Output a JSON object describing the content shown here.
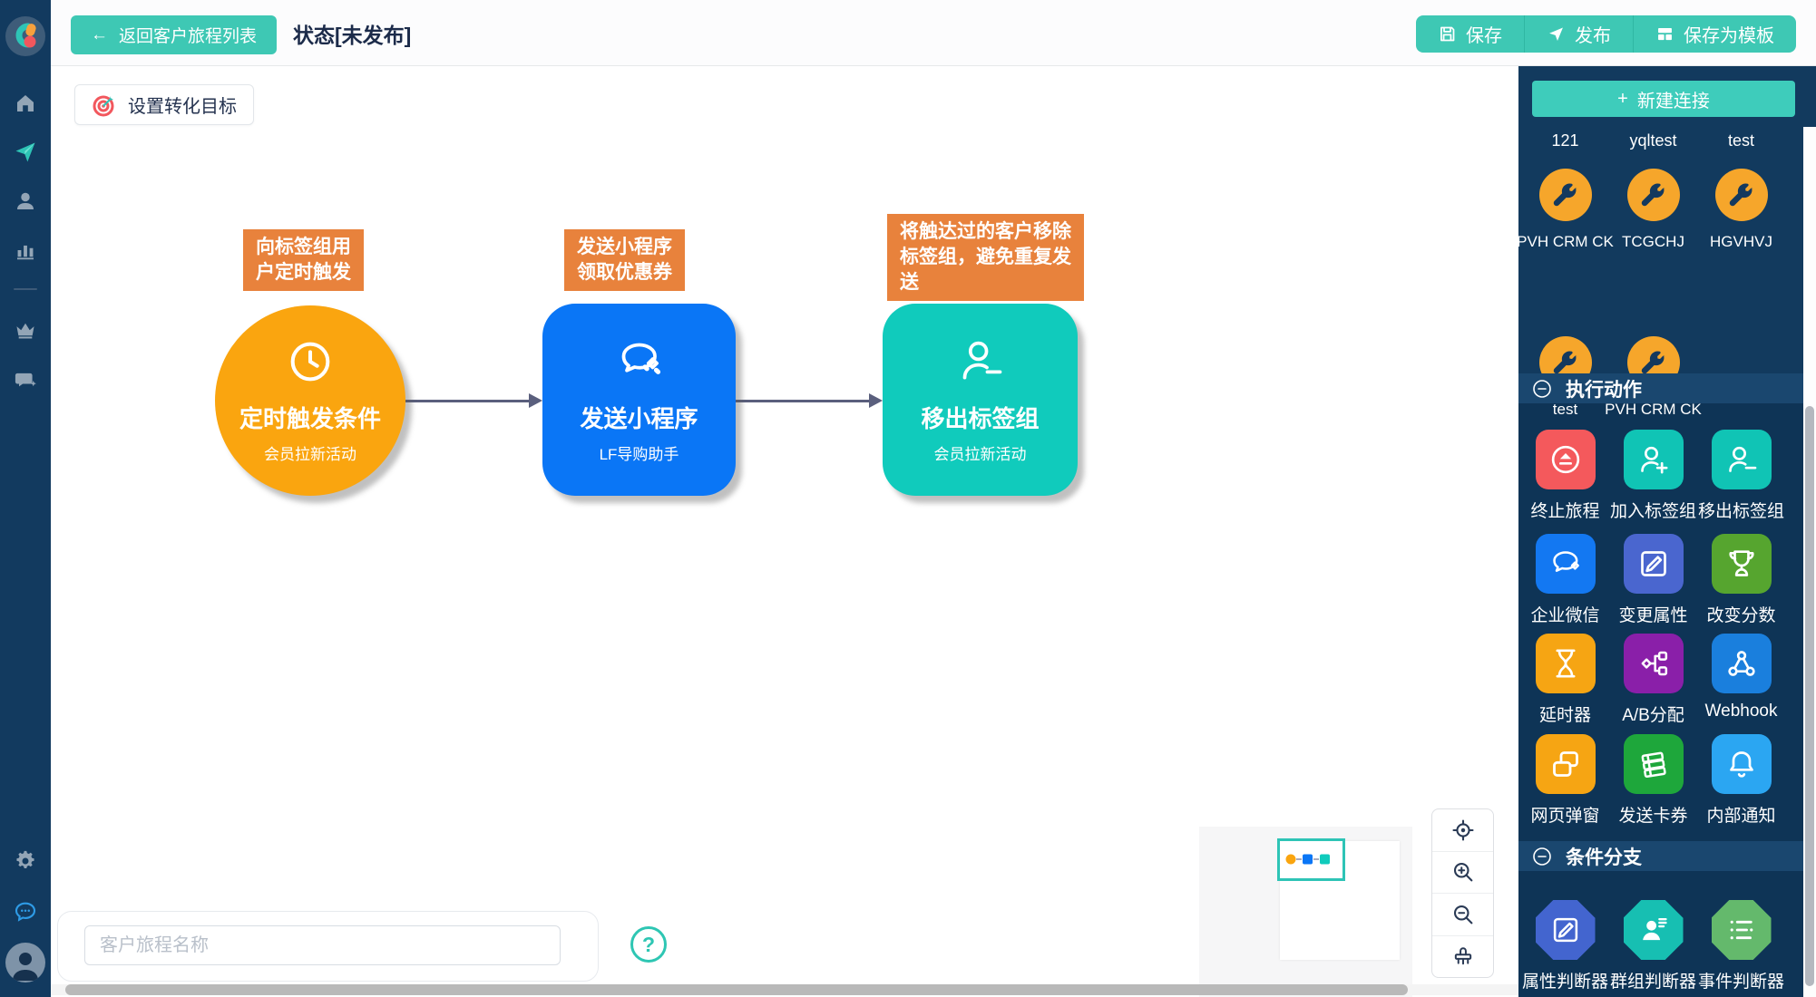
{
  "topbar": {
    "back_label": "返回客户旅程列表",
    "back_arrow": "←",
    "status": "状态[未发布]",
    "actions": [
      {
        "label": "保存",
        "icon": "save-icon"
      },
      {
        "label": "发布",
        "icon": "publish-icon"
      },
      {
        "label": "保存为模板",
        "icon": "save-as-template-icon"
      }
    ]
  },
  "sidebar": {
    "icons": [
      "home-icon",
      "send-plane-icon",
      "customer-icon",
      "analytics-icon",
      "membership-crown-icon",
      "chat-marketing-icon"
    ],
    "active_icon": "send-plane-icon",
    "bottom_icons": [
      "settings-gear-icon",
      "feedback-chat-icon",
      "user-avatar"
    ]
  },
  "canvas": {
    "goal_button_label": "设置转化目标",
    "journey_name_placeholder": "客户旅程名称",
    "help_glyph": "?",
    "nodes": [
      {
        "annotation": "向标签组用\n户定时触发",
        "title": "定时触发条件",
        "subtitle": "会员拉新活动",
        "icon": "clock-icon",
        "color": "#FAA50F",
        "shape": "circle"
      },
      {
        "annotation": "发送小程序\n领取优惠券",
        "title": "发送小程序",
        "subtitle": "LF导购助手",
        "icon": "wechat-work-icon",
        "color": "#0A76F6",
        "shape": "rounded-square"
      },
      {
        "annotation": "将触达过的客户移除\n标签组，避免重复发\n送",
        "title": "移出标签组",
        "subtitle": "会员拉新活动",
        "icon": "person-minus-icon",
        "color": "#10CBBC",
        "shape": "rounded-square"
      }
    ]
  },
  "panel": {
    "new_connection_label": "新建连接",
    "plus_glyph": "+",
    "connection_names": [
      "121",
      "yqltest",
      "test"
    ],
    "connections_row1": [
      {
        "label": "PVH CRM CK",
        "icon": "wrench-icon"
      },
      {
        "label": "TCGCHJ",
        "icon": "wrench-icon"
      },
      {
        "label": "HGVHVJ",
        "icon": "wrench-icon"
      }
    ],
    "connections_row2": [
      {
        "label": "test",
        "icon": "wrench-icon"
      },
      {
        "label": "PVH CRM CK",
        "icon": "wrench-icon"
      }
    ],
    "sections": [
      {
        "title": "执行动作",
        "items": [
          {
            "label": "终止旅程",
            "color": "#F4595C",
            "icon": "eject-circle-icon"
          },
          {
            "label": "加入标签组",
            "color": "#10C4B5",
            "icon": "person-plus-icon"
          },
          {
            "label": "移出标签组",
            "color": "#10C4B5",
            "icon": "person-minus-icon"
          },
          {
            "label": "企业微信",
            "color": "#1378F2",
            "icon": "wechat-work-icon"
          },
          {
            "label": "变更属性",
            "color": "#4A66CF",
            "icon": "edit-icon"
          },
          {
            "label": "改变分数",
            "color": "#56A52F",
            "icon": "trophy-icon"
          },
          {
            "label": "延时器",
            "color": "#F6A513",
            "icon": "hourglass-icon"
          },
          {
            "label": "A/B分配",
            "color": "#8A1FA9",
            "icon": "ab-split-icon"
          },
          {
            "label": "Webhook",
            "color": "#1A7FDD",
            "icon": "webhook-icon"
          },
          {
            "label": "网页弹窗",
            "color": "#F6A513",
            "icon": "popup-icon"
          },
          {
            "label": "发送卡券",
            "color": "#1EA73B",
            "icon": "coupon-icon"
          },
          {
            "label": "内部通知",
            "color": "#2BA6F2",
            "icon": "bell-icon"
          }
        ]
      },
      {
        "title": "条件分支",
        "items": [
          {
            "label": "属性判断器",
            "color": "#4365CF",
            "icon": "edit-icon"
          },
          {
            "label": "群组判断器",
            "color": "#17BFB2",
            "icon": "person-list-icon"
          },
          {
            "label": "事件判断器",
            "color": "#64B96C",
            "icon": "list-icon"
          }
        ]
      }
    ]
  },
  "colors": {
    "accent_teal": "#3EC8B4",
    "sidebar_navy": "#123A5F",
    "annotation_orange": "#E8823C",
    "edge_gray": "#5A5F7D",
    "wrench_badge_orange": "#F6A62B",
    "help_teal": "#2EC6B3"
  }
}
